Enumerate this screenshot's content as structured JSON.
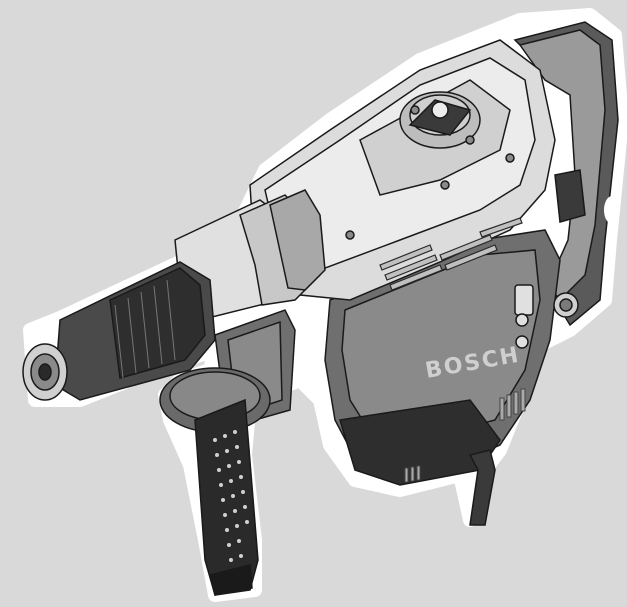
{
  "product": {
    "brand_text": "BOSCH"
  },
  "colors": {
    "background": "#d9d9d9",
    "outline_halo": "#ffffff",
    "housing_light": "#e6e6e6",
    "housing_mid": "#c8c8c8",
    "housing_dark": "#6f6f6f",
    "grip_dark": "#2e2e2e",
    "stroke": "#1a1a1a"
  },
  "icons": {
    "illustration": "rotary-hammer-drawing",
    "switch": "mode-selector-knob"
  }
}
